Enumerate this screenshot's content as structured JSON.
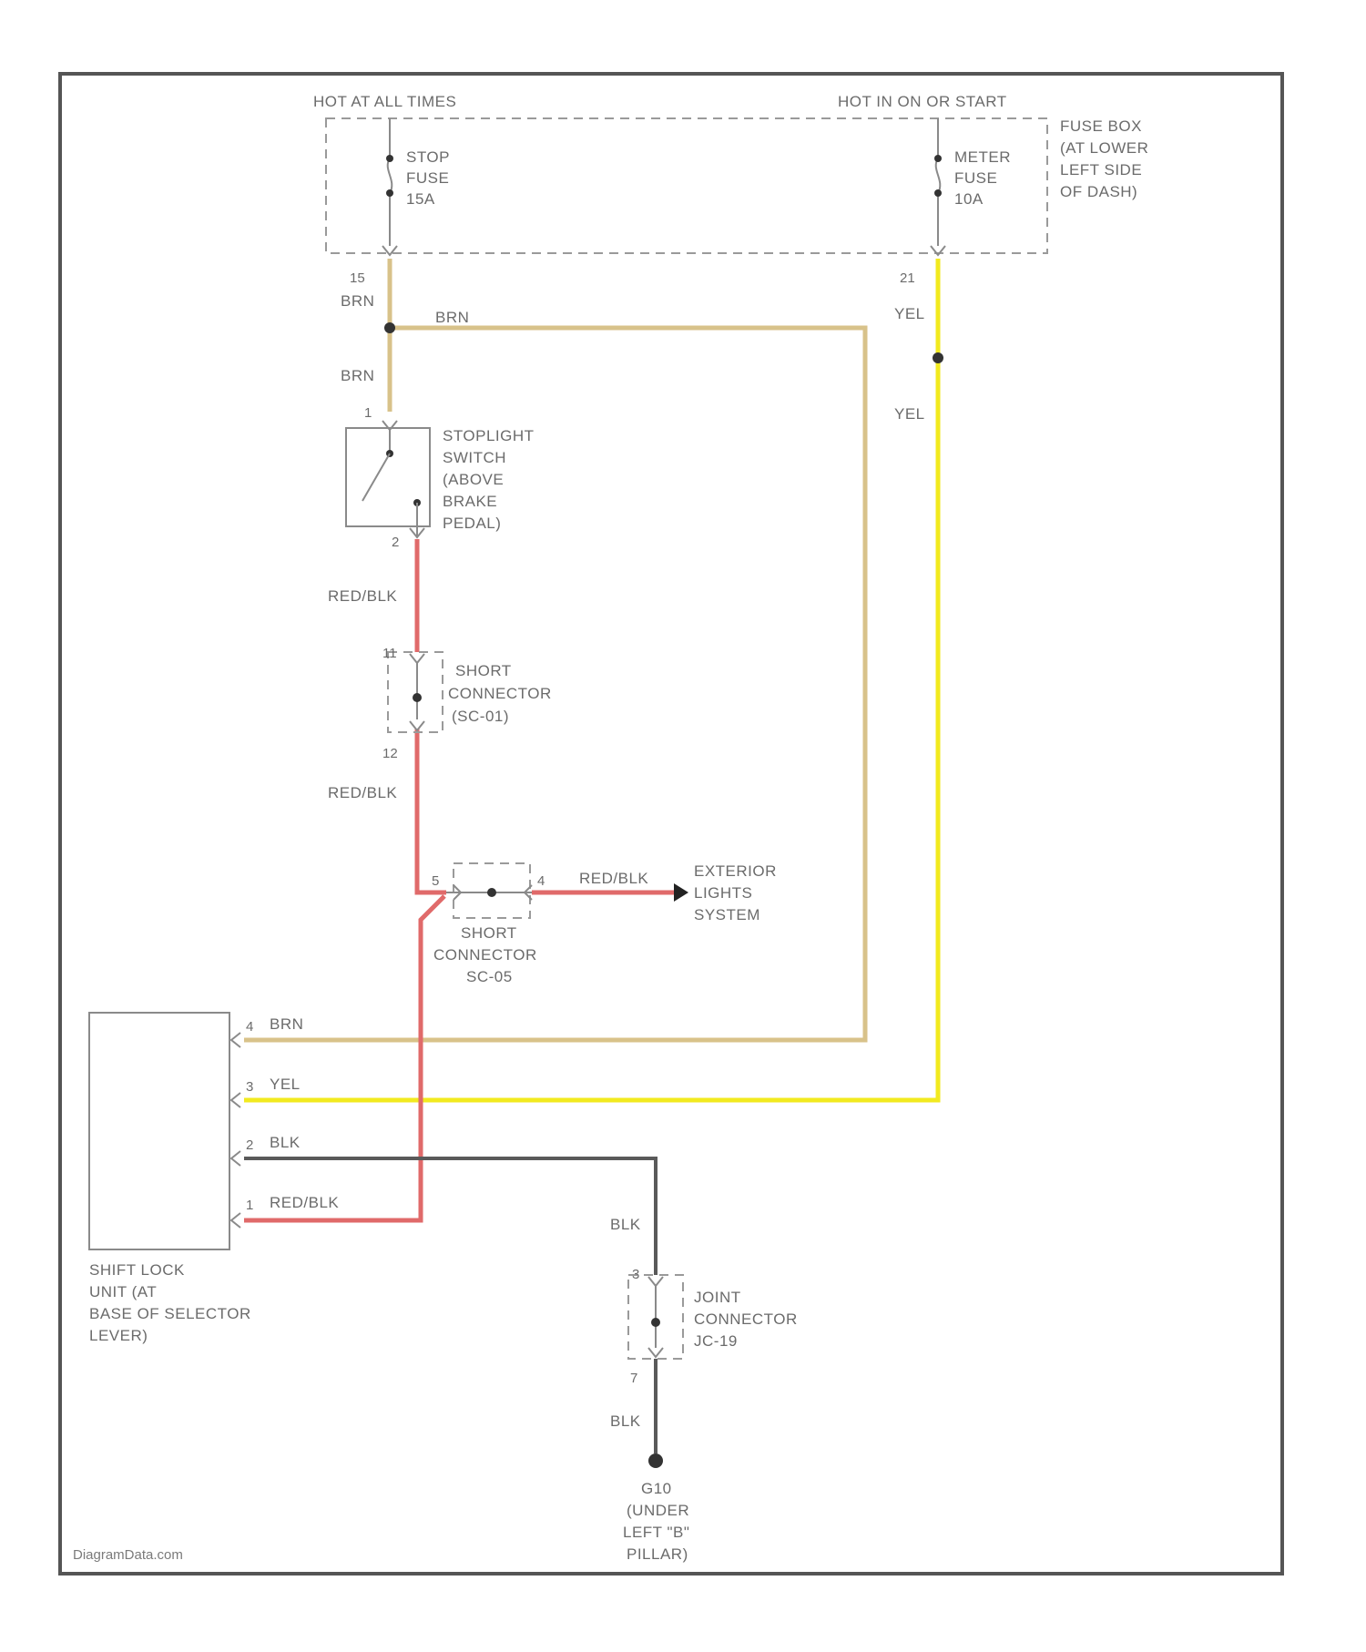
{
  "labels": {
    "hot_at_all_times": "HOT AT ALL TIMES",
    "hot_in_on_or_start": "HOT IN ON OR START",
    "fuse_box": [
      "FUSE BOX",
      "(AT LOWER",
      "LEFT SIDE",
      "OF DASH)"
    ],
    "stop_fuse": [
      "STOP",
      "FUSE",
      "15A"
    ],
    "meter_fuse": [
      "METER",
      "FUSE",
      "10A"
    ],
    "stoplight_switch": [
      "STOPLIGHT",
      "SWITCH",
      "(ABOVE",
      "BRAKE",
      "PEDAL)"
    ],
    "short_connector_1": [
      "SHORT",
      "CONNECTOR",
      "(SC-01)"
    ],
    "short_connector_2": [
      "SHORT",
      "CONNECTOR",
      "SC-05"
    ],
    "exterior_lights": [
      "EXTERIOR",
      "LIGHTS",
      "SYSTEM"
    ],
    "shift_lock": [
      "SHIFT LOCK",
      "UNIT (AT",
      "BASE OF SELECTOR",
      "LEVER)"
    ],
    "joint_connector": [
      "JOINT",
      "CONNECTOR",
      "JC-19"
    ],
    "ground": [
      "G10",
      "(UNDER",
      "LEFT \"B\"",
      "PILLAR)"
    ]
  },
  "wires": {
    "brn": "BRN",
    "yel": "YEL",
    "red_blk": "RED/BLK",
    "blk": "BLK"
  },
  "pins": {
    "stop_fuse_out": "15",
    "meter_fuse_out": "21",
    "switch_in": "1",
    "switch_out": "2",
    "sc1_in": "11",
    "sc1_out": "12",
    "sc2_left": "5",
    "sc2_right": "4",
    "shift_lock_4": "4",
    "shift_lock_3": "3",
    "shift_lock_2": "2",
    "shift_lock_1": "1",
    "jc_in": "3",
    "jc_out": "7"
  },
  "watermark": "DiagramData.com",
  "colors": {
    "brn": "#d8c28a",
    "yel": "#f2ea1f",
    "red_blk": "#e06a6a",
    "blk": "#5a5a5a"
  }
}
